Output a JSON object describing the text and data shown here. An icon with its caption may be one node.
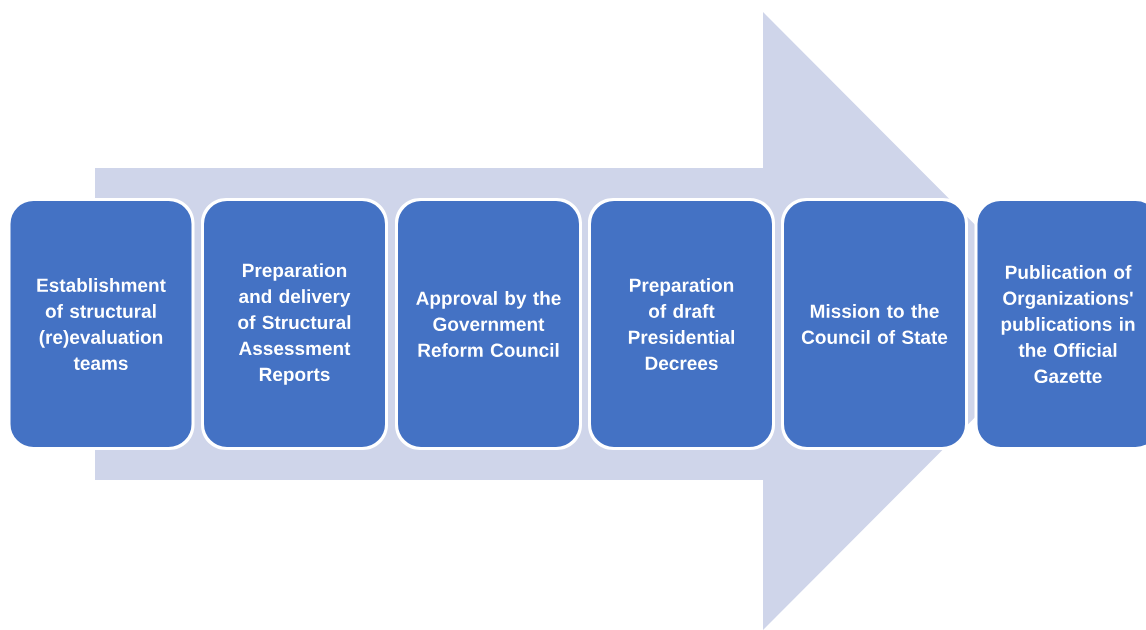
{
  "diagram": {
    "nodes": [
      {
        "text": [
          "Establishment of structural (re)evaluation teams"
        ]
      },
      {
        "text": [
          "Preparation and delivery of Structural Assessment Reports"
        ]
      },
      {
        "text": [
          "Approval by the Government Reform Council"
        ]
      },
      {
        "text": [
          "Preparation of draft Presidential Decrees"
        ]
      },
      {
        "text": [
          "Mission to the Council of State"
        ]
      },
      {
        "text": [
          "Publication of Organizations' publications in the Official Gazette"
        ]
      }
    ],
    "edges": [
      {
        "from": 0,
        "to": 5,
        "arrow": "to"
      }
    ]
  }
}
